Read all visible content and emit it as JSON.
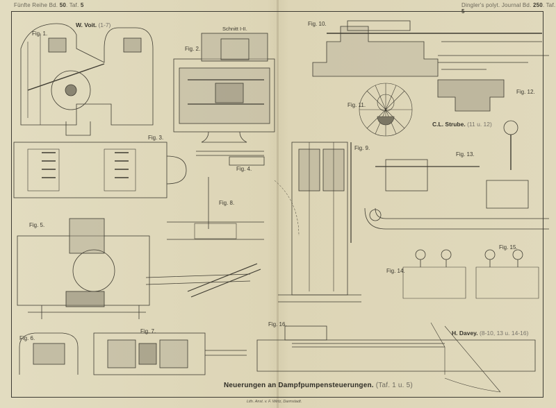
{
  "header": {
    "left_prefix": "Fünfte Reihe Bd.",
    "left_volume": "50",
    "left_plate_prefix": ". Taf.",
    "left_plate": "5",
    "right_prefix": "Dingler's polyt. Journal Bd.",
    "right_volume": "250",
    "right_plate_prefix": ". Taf.",
    "right_plate": "5"
  },
  "authors": [
    {
      "name": "W. Voit.",
      "range": "(1-7)"
    },
    {
      "name": "C.L. Strube.",
      "range": "(11 u. 12)"
    },
    {
      "name": "H. Davey.",
      "range": "(8-10, 13 u. 14-16)"
    }
  ],
  "section_labels": {
    "schnitt": "Schnitt I-II."
  },
  "figures": [
    "Fig. 1.",
    "Fig. 2.",
    "Fig. 3.",
    "Fig. 4.",
    "Fig. 5.",
    "Fig. 6.",
    "Fig. 7.",
    "Fig. 8.",
    "Fig. 9.",
    "Fig. 10.",
    "Fig. 11.",
    "Fig. 12.",
    "Fig. 13.",
    "Fig. 14.",
    "Fig. 15.",
    "Fig. 16."
  ],
  "title": {
    "main": "Neuerungen an Dampfpumpensteuerungen.",
    "ref": "(Taf. 1 u. 5)"
  },
  "credit": "Lith. Anst. v. F. Wirtz, Darmstadt."
}
